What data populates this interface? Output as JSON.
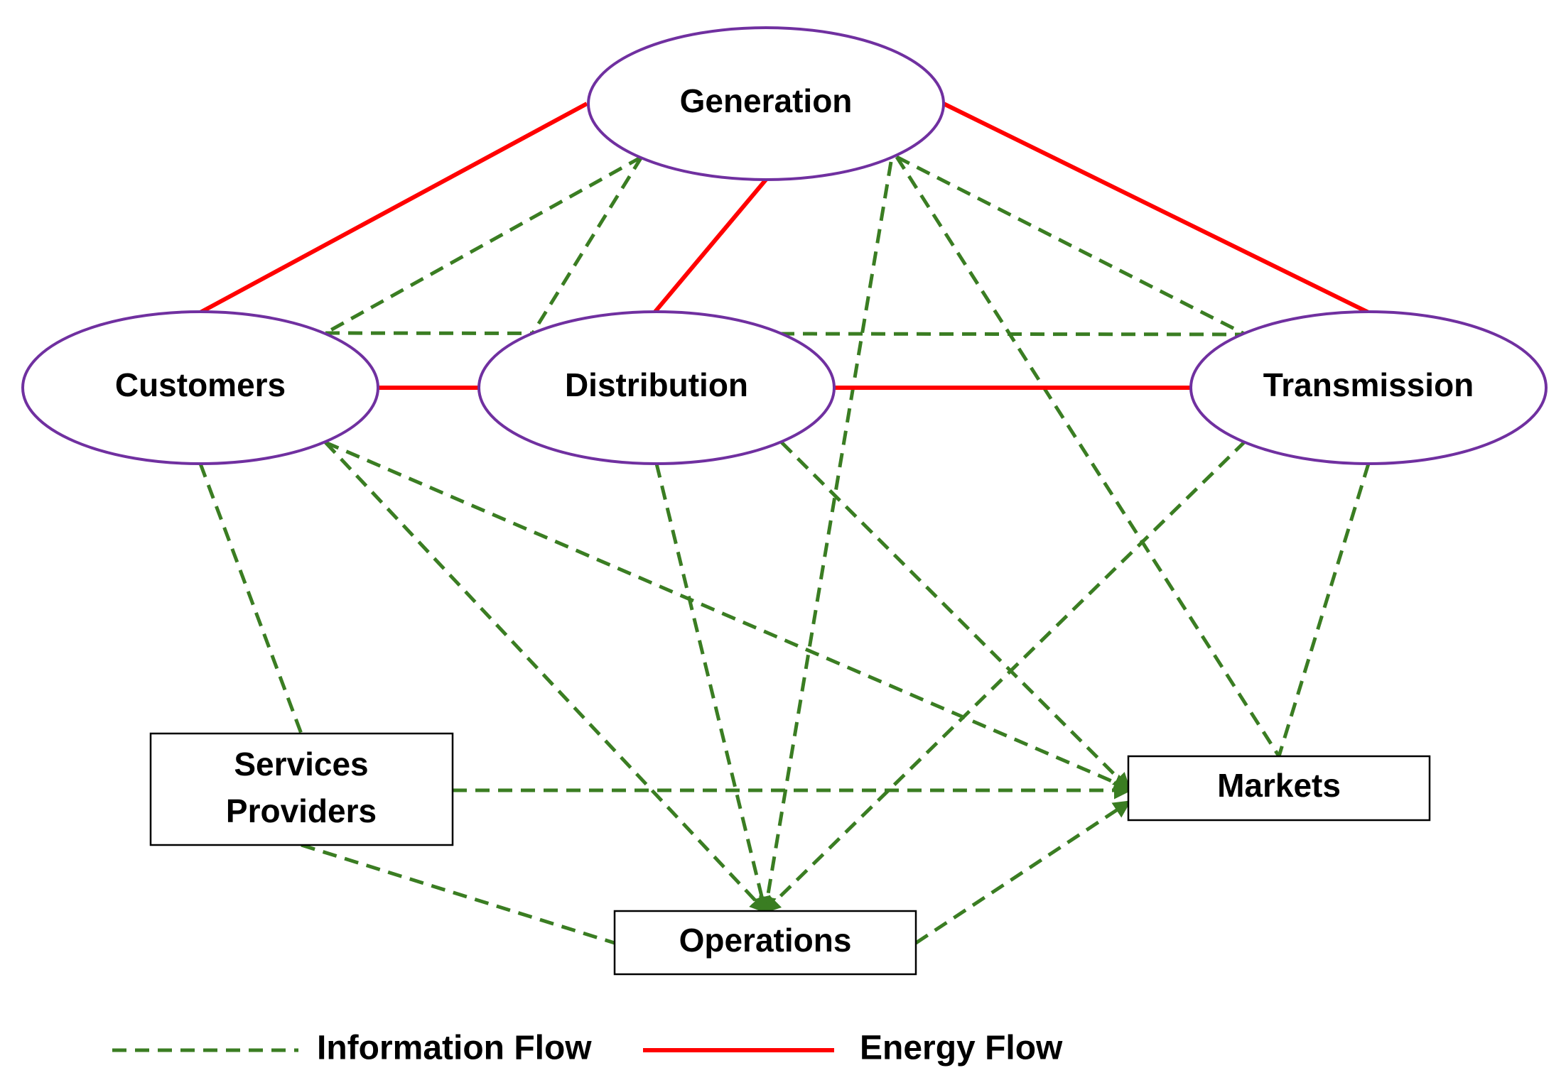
{
  "colors": {
    "energy_flow": "#ff0000",
    "information_flow": "#3a7d22",
    "ellipse_border": "#7030a0",
    "box_border": "#000000"
  },
  "nodes": {
    "generation": {
      "label": "Generation",
      "shape": "ellipse"
    },
    "customers": {
      "label": "Customers",
      "shape": "ellipse"
    },
    "distribution": {
      "label": "Distribution",
      "shape": "ellipse"
    },
    "transmission": {
      "label": "Transmission",
      "shape": "ellipse"
    },
    "services_providers": {
      "label_line1": "Services",
      "label_line2": "Providers",
      "shape": "rectangle"
    },
    "markets": {
      "label": "Markets",
      "shape": "rectangle"
    },
    "operations": {
      "label": "Operations",
      "shape": "rectangle"
    }
  },
  "energy_flows": [
    {
      "from": "generation",
      "to": "customers"
    },
    {
      "from": "generation",
      "to": "distribution"
    },
    {
      "from": "generation",
      "to": "transmission"
    },
    {
      "from": "customers",
      "to": "distribution"
    },
    {
      "from": "distribution",
      "to": "transmission"
    }
  ],
  "information_flows": [
    {
      "from": "generation",
      "to": "customers",
      "arrow": false
    },
    {
      "from": "generation",
      "to": "distribution",
      "arrow": false
    },
    {
      "from": "generation",
      "to": "transmission",
      "arrow": false
    },
    {
      "from": "generation",
      "to": "operations",
      "arrow": true
    },
    {
      "from": "generation",
      "to": "markets",
      "arrow": false
    },
    {
      "from": "customers",
      "to": "transmission",
      "arrow": false
    },
    {
      "from": "customers",
      "to": "services_providers",
      "arrow": false
    },
    {
      "from": "customers",
      "to": "operations",
      "arrow": true
    },
    {
      "from": "customers",
      "to": "markets",
      "arrow": true
    },
    {
      "from": "distribution",
      "to": "operations",
      "arrow": true
    },
    {
      "from": "distribution",
      "to": "markets",
      "arrow": true
    },
    {
      "from": "transmission",
      "to": "operations",
      "arrow": true
    },
    {
      "from": "transmission",
      "to": "markets",
      "arrow": false
    },
    {
      "from": "services_providers",
      "to": "markets",
      "arrow": true
    },
    {
      "from": "services_providers",
      "to": "operations",
      "arrow": false
    },
    {
      "from": "operations",
      "to": "markets",
      "arrow": true
    }
  ],
  "legend": {
    "information_flow_label": "Information Flow",
    "energy_flow_label": "Energy Flow"
  }
}
